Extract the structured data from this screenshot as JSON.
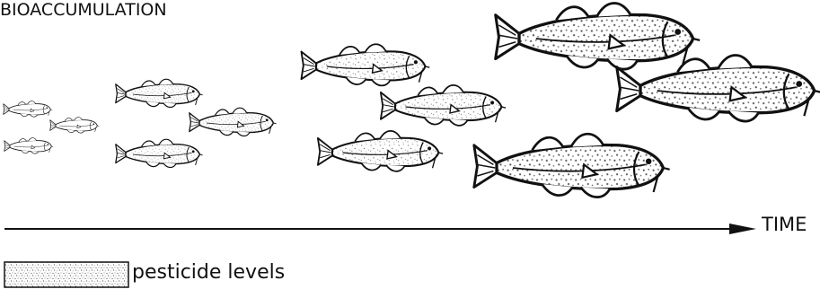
{
  "title": "BIOACCUMULATION",
  "axis": {
    "label": "TIME"
  },
  "legend": {
    "label": "pesticide levels"
  },
  "colors": {
    "ink": "#111111",
    "speckle": "#666666",
    "background": "#ffffff"
  }
}
